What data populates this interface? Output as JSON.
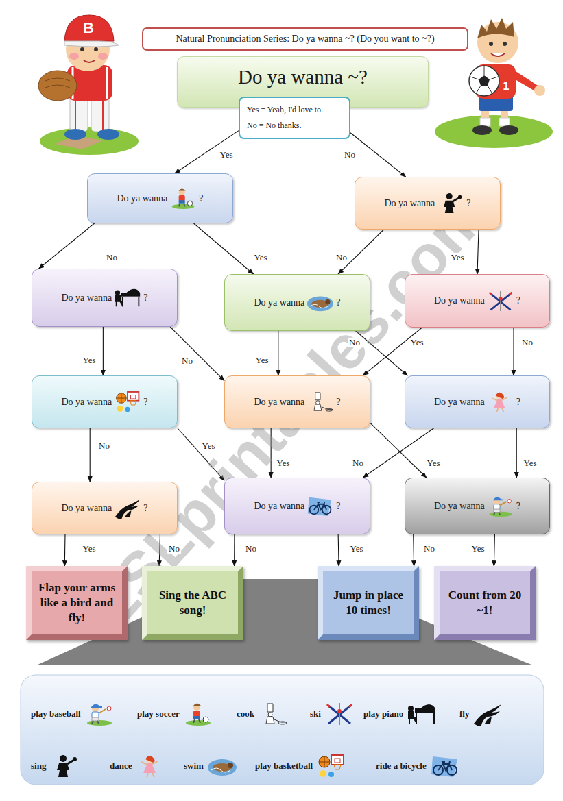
{
  "diagram": {
    "nodes": [
      {
        "text": [
          "Natural Pronunciation Series: Do ya wanna ~? (Do you want to ~?)"
        ]
      },
      {
        "text": [
          "Do ya wanna ~?"
        ]
      },
      {
        "text": [
          "Yes = Yeah, I'd love to.",
          "No = No thanks."
        ]
      },
      {
        "text": [
          "Do ya wanna",
          "?"
        ]
      },
      {
        "text": [
          "Do ya wanna",
          "?"
        ]
      },
      {
        "text": [
          "Do ya wanna",
          "?"
        ]
      },
      {
        "text": [
          "Do ya wanna",
          "?"
        ]
      },
      {
        "text": [
          "Do ya wanna",
          "?"
        ]
      },
      {
        "text": [
          "Do ya wanna",
          "?"
        ]
      },
      {
        "text": [
          "Do ya wanna",
          "?"
        ]
      },
      {
        "text": [
          "Do ya wanna",
          "?"
        ]
      },
      {
        "text": [
          "Do ya wanna",
          "?"
        ]
      },
      {
        "text": [
          "Do ya wanna",
          "?"
        ]
      },
      {
        "text": [
          "Do ya wanna",
          "?"
        ]
      },
      {
        "text": [
          "Flap your arms like a bird and fly!"
        ]
      },
      {
        "text": [
          "Sing the ABC song!"
        ]
      },
      {
        "text": [
          "Jump in place 10 times!"
        ]
      },
      {
        "text": [
          "Count from 20 ~1!"
        ]
      }
    ],
    "edges": [
      {
        "from": 2,
        "to": 3,
        "label": "Yes",
        "arrow": "to"
      },
      {
        "from": 2,
        "to": 4,
        "label": "No",
        "arrow": "to"
      },
      {
        "from": 3,
        "to": 5,
        "label": "No",
        "arrow": "to"
      },
      {
        "from": 3,
        "to": 6,
        "label": "Yes",
        "arrow": "to"
      },
      {
        "from": 4,
        "to": 6,
        "label": "No",
        "arrow": "to"
      },
      {
        "from": 4,
        "to": 7,
        "label": "Yes",
        "arrow": "to"
      },
      {
        "from": 5,
        "to": 8,
        "label": "Yes",
        "arrow": "to"
      },
      {
        "from": 5,
        "to": 9,
        "label": "No",
        "arrow": "to"
      },
      {
        "from": 6,
        "to": 9,
        "label": "Yes",
        "arrow": "to"
      },
      {
        "from": 6,
        "to": 10,
        "label": "No",
        "arrow": "to"
      },
      {
        "from": 7,
        "to": 9,
        "label": "Yes",
        "arrow": "to"
      },
      {
        "from": 7,
        "to": 10,
        "label": "No",
        "arrow": "to"
      },
      {
        "from": 8,
        "to": 11,
        "label": "No",
        "arrow": "to"
      },
      {
        "from": 8,
        "to": 12,
        "label": "Yes",
        "arrow": "to"
      },
      {
        "from": 9,
        "to": 12,
        "label": "Yes",
        "arrow": "to"
      },
      {
        "from": 9,
        "to": 13,
        "label": "Yes",
        "arrow": "to"
      },
      {
        "from": 10,
        "to": 12,
        "label": "No",
        "arrow": "to"
      },
      {
        "from": 10,
        "to": 13,
        "label": "Yes",
        "arrow": "to"
      },
      {
        "from": 11,
        "to": 14,
        "label": "Yes",
        "arrow": "to"
      },
      {
        "from": 11,
        "to": 15,
        "label": "No",
        "arrow": "to"
      },
      {
        "from": 12,
        "to": 15,
        "label": "No",
        "arrow": "to"
      },
      {
        "from": 12,
        "to": 16,
        "label": "Yes",
        "arrow": "to"
      },
      {
        "from": 13,
        "to": 16,
        "label": "No",
        "arrow": "to"
      },
      {
        "from": 13,
        "to": 17,
        "label": "Yes",
        "arrow": "to"
      }
    ],
    "labels": [
      "ESLprintables.com",
      "B",
      "1"
    ],
    "legend": [
      {
        "text": "play baseball"
      },
      {
        "text": "play soccer"
      },
      {
        "text": "cook"
      },
      {
        "text": "ski"
      },
      {
        "text": "play piano"
      },
      {
        "text": "fly"
      },
      {
        "text": "sing"
      },
      {
        "text": "dance"
      },
      {
        "text": "swim"
      },
      {
        "text": "play basketball"
      },
      {
        "text": "ride a bicycle"
      }
    ]
  }
}
